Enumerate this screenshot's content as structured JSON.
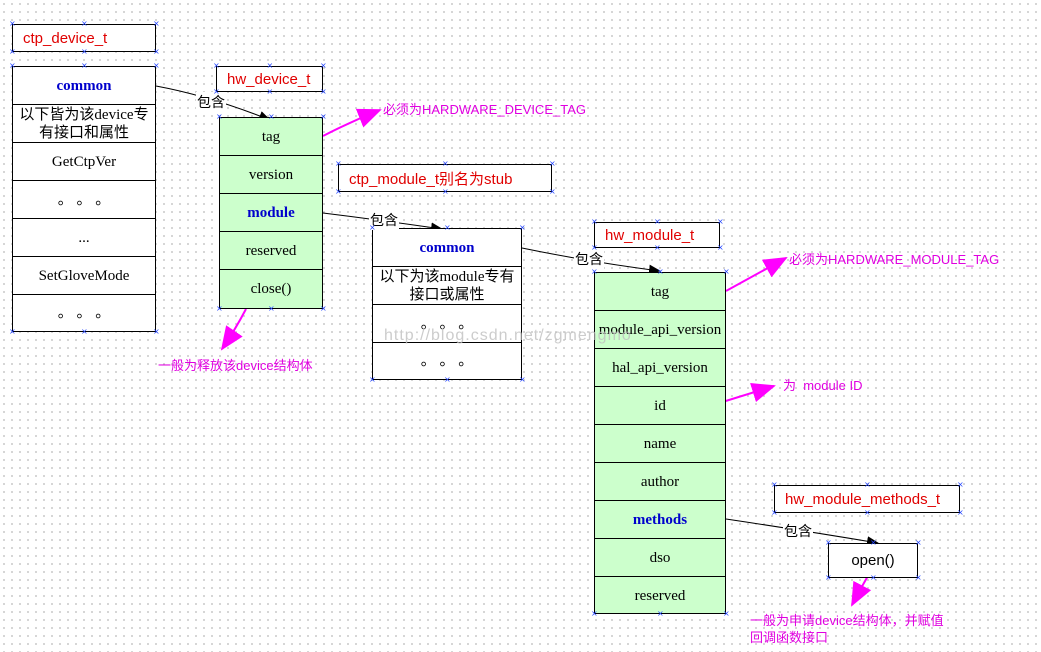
{
  "labels": {
    "ctp_device_t": "ctp_device_t",
    "hw_device_t": "hw_device_t",
    "ctp_module_t": "ctp_module_t别名为stub",
    "hw_module_t": "hw_module_t",
    "hw_module_methods_t": "hw_module_methods_t"
  },
  "ctp_device": {
    "cells": [
      "common",
      "以下皆为该device专有接口和属性",
      "GetCtpVer",
      "。 。 。",
      "...",
      "SetGloveMode",
      "。 。 。"
    ]
  },
  "hw_device": {
    "cells": [
      "tag",
      "version",
      "module",
      "reserved",
      "close()"
    ]
  },
  "ctp_module": {
    "cells": [
      "common",
      "以下为该module专有接口或属性",
      "。 。 。",
      "。 。 。"
    ]
  },
  "hw_module": {
    "cells": [
      "tag",
      "module_api_version",
      "hal_api_version",
      "id",
      "name",
      "author",
      "methods",
      "dso",
      "reserved"
    ]
  },
  "methods_struct": {
    "cells": [
      "open()"
    ]
  },
  "contains": [
    "包含",
    "包含",
    "包含",
    "包含"
  ],
  "notes": {
    "device_tag": "必须为HARDWARE_DEVICE_TAG",
    "module_tag": "必须为HARDWARE_MODULE_TAG",
    "module_id": "为  module ID",
    "close": "一般为释放该device结构体",
    "open_line1": "一般为申请device结构体，并赋值",
    "open_line2": "回调函数接口"
  },
  "watermark": "http://blog.csdn.net/zgmengmo",
  "colors": {
    "label_text": "#e00000",
    "green_fill": "#ccffcc",
    "bold_text": "#0000cc",
    "note_text": "#e000e0",
    "note_arrow": "#ff00ff"
  }
}
